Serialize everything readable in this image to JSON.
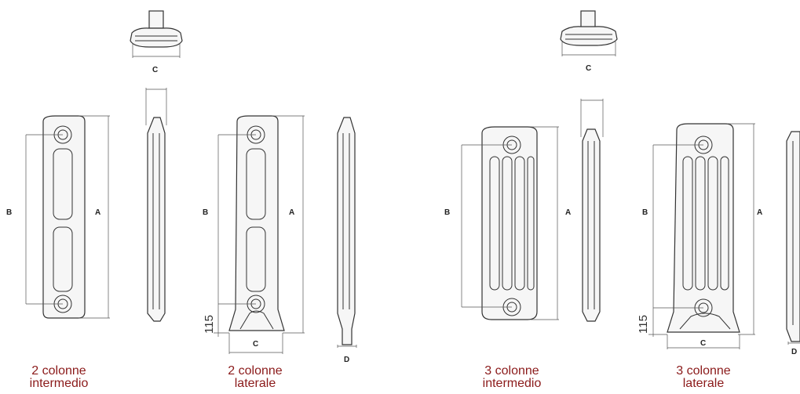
{
  "dimensions": {
    "a": "A",
    "b": "B",
    "c": "C",
    "d": "D",
    "h115": "115"
  },
  "captions": [
    {
      "line1": "2 colonne",
      "line2": "intermedio"
    },
    {
      "line1": "2 colonne",
      "line2": "laterale"
    },
    {
      "line1": "3 colonne",
      "line2": "intermedio"
    },
    {
      "line1": "3 colonne",
      "line2": "laterale"
    }
  ],
  "colors": {
    "caption": "#8b1a1a",
    "line": "#333333"
  }
}
